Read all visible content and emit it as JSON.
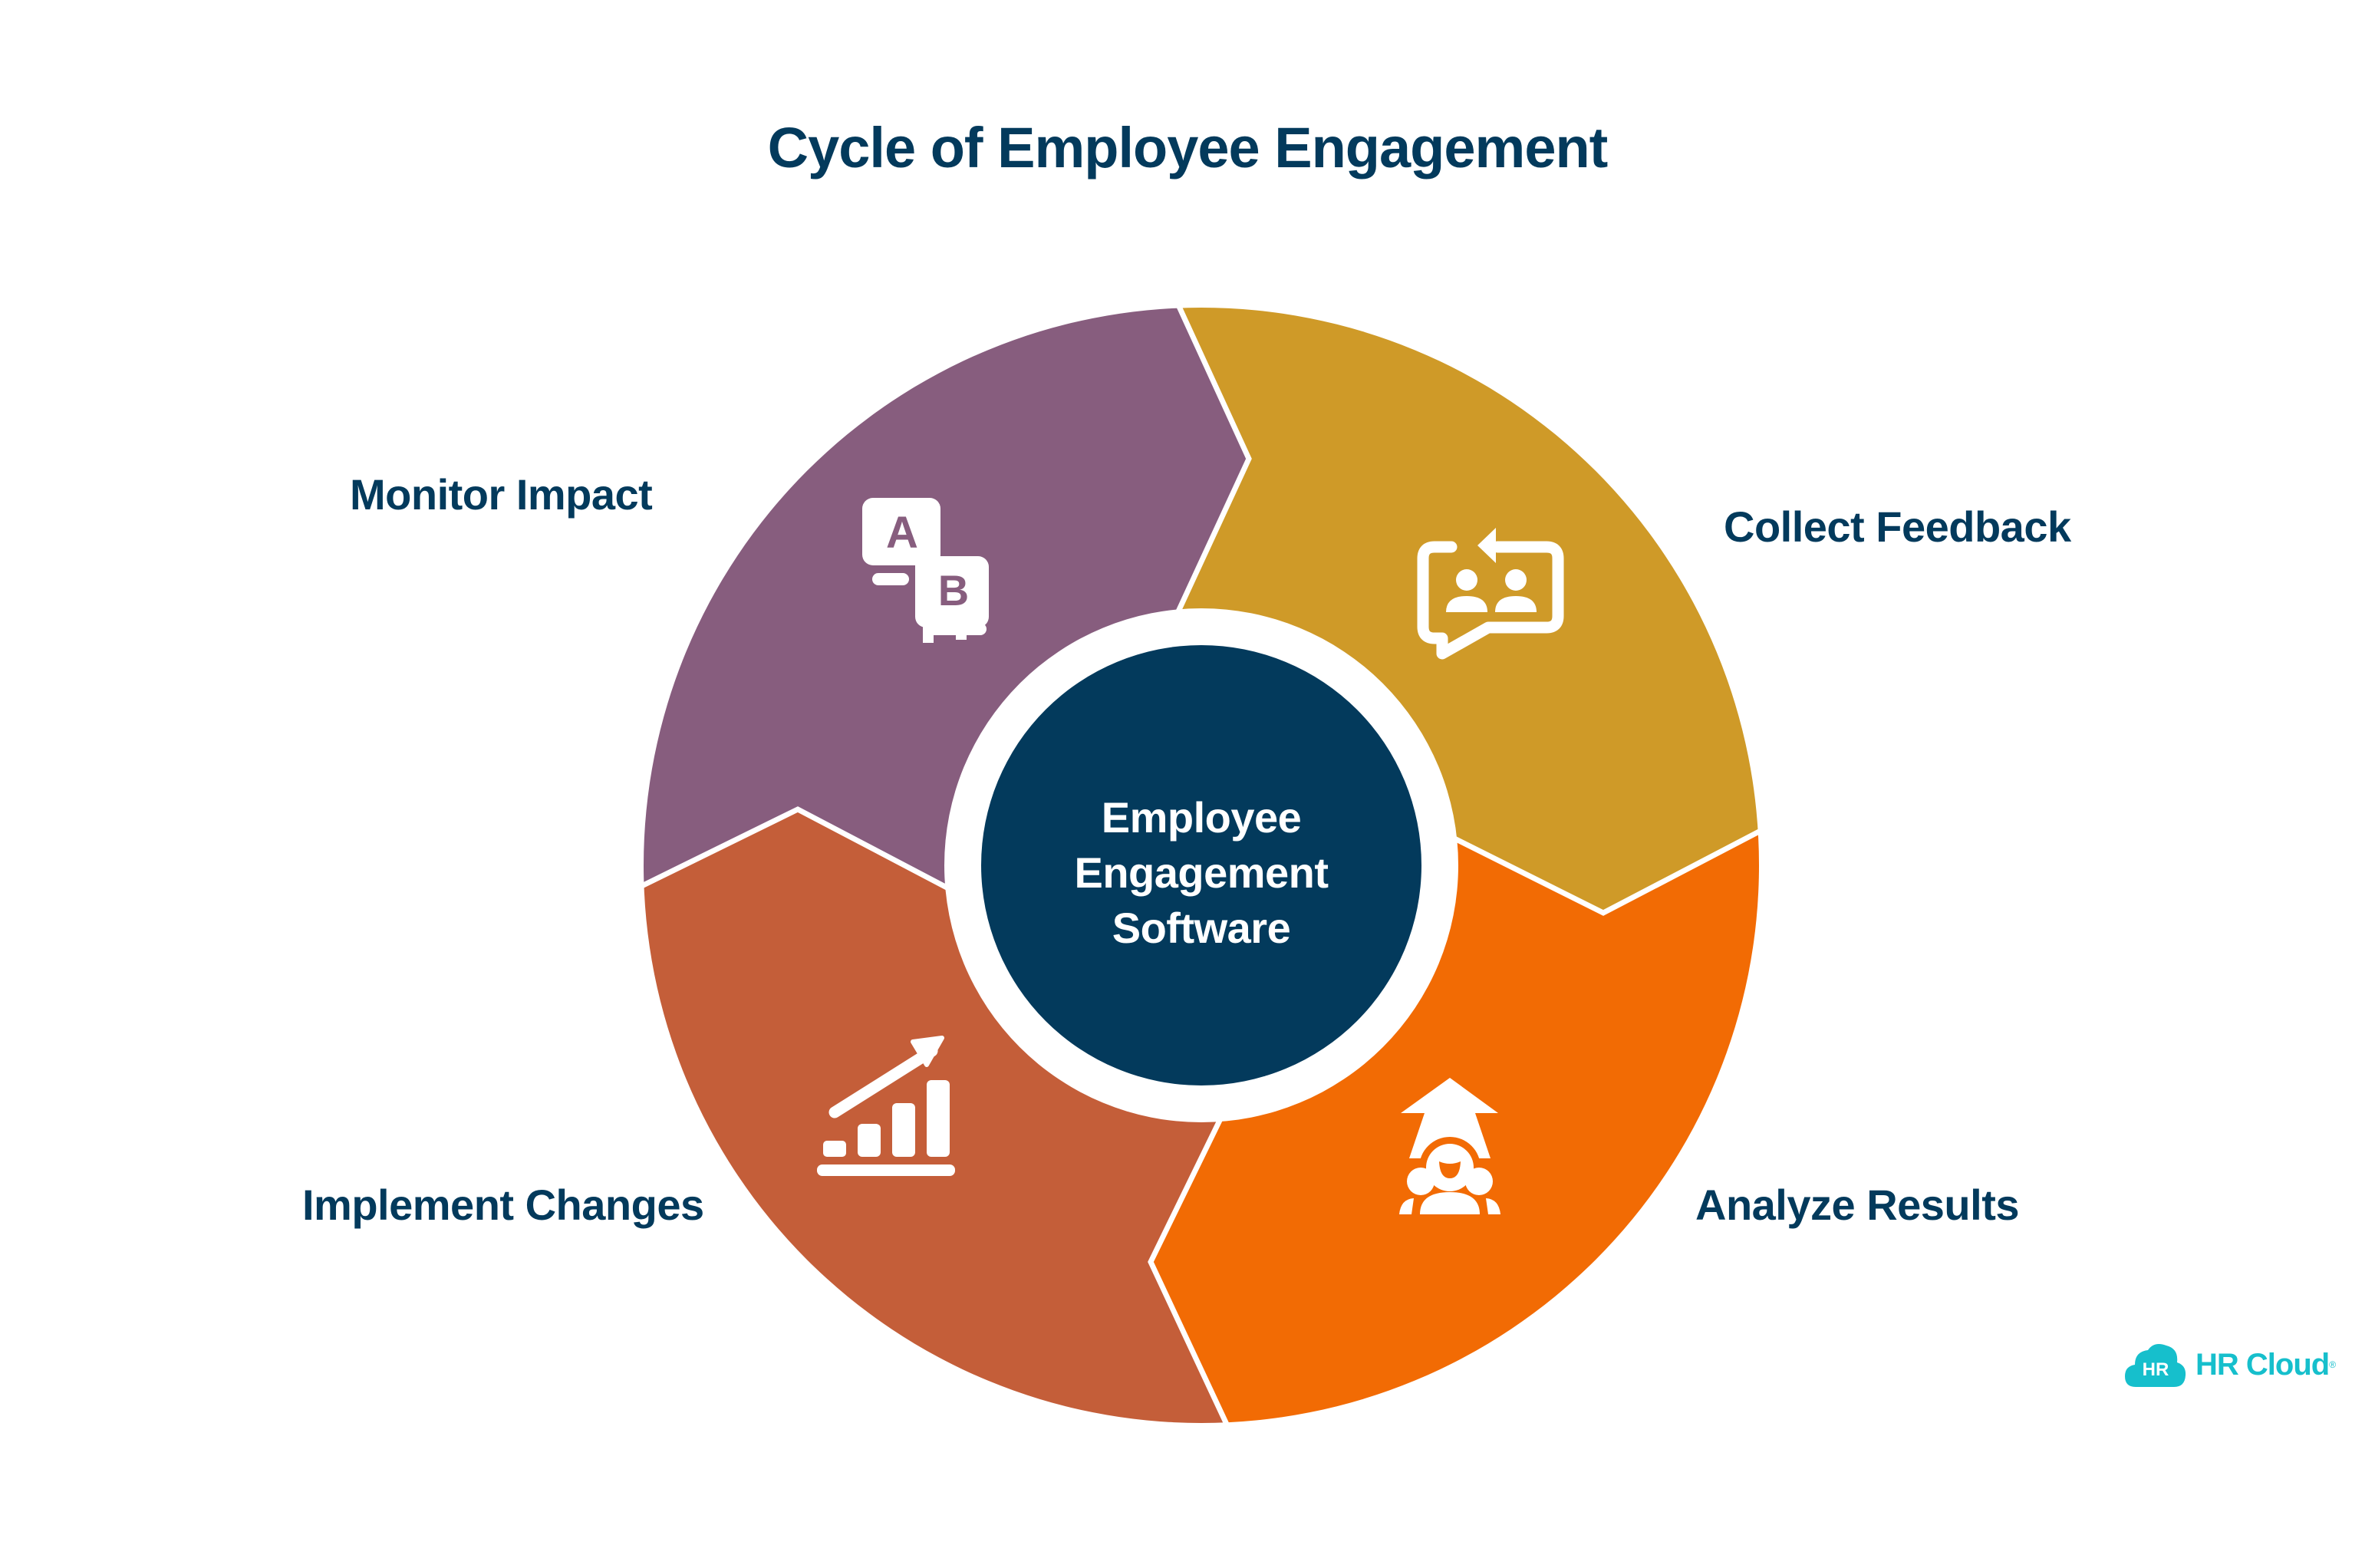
{
  "title": "Cycle of Employee Engagement",
  "center": {
    "lines": [
      "Employee",
      "Engagement",
      "Software"
    ],
    "color": "#033a5c"
  },
  "steps": [
    {
      "label": "Collect Feedback",
      "icon": "feedback-chat-people-icon",
      "color": "#cf9a28"
    },
    {
      "label": "Analyze Results",
      "icon": "team-growth-arrow-icon",
      "color": "#f26b04"
    },
    {
      "label": "Implement Changes",
      "icon": "bar-chart-growth-icon",
      "color": "#c45e39"
    },
    {
      "label": "Monitor Impact",
      "icon": "ab-test-monitors-icon",
      "color": "#875d7e"
    }
  ],
  "logo": {
    "badge": "HR",
    "text": "HR Cloud",
    "registered": "®",
    "color": "#16bfcc"
  },
  "text_color": "#033a5c"
}
